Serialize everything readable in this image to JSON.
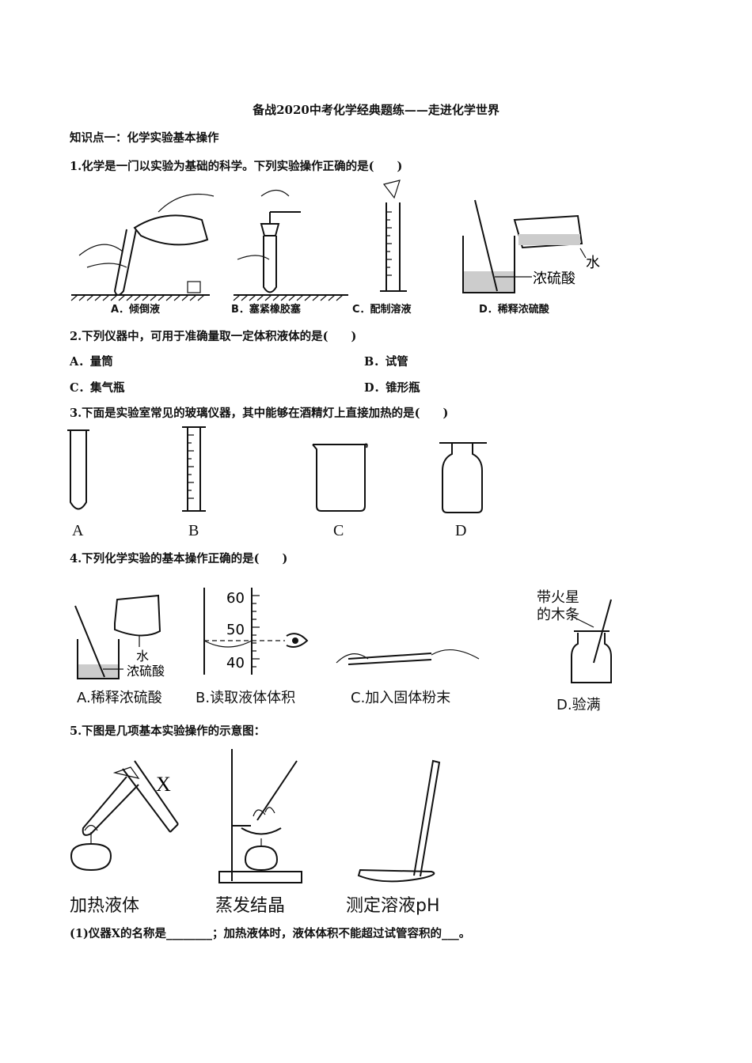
{
  "title": "备战2020中考化学经典题练——走进化学世界",
  "section": "知识点一：化学实验基本操作",
  "q1": {
    "text": "1.化学是一门以实验为基础的科学。下列实验操作正确的是(　　)",
    "captions": [
      "A．倾倒液",
      "B．塞紧橡胶塞",
      "C．配制溶液",
      "D．稀释浓硫酸"
    ],
    "labels": [
      "水",
      "浓硫酸"
    ]
  },
  "q2": {
    "text": "2.下列仪器中，可用于准确量取一定体积液体的是(　　)",
    "options": [
      "A．量筒",
      "B．试管",
      "C．集气瓶",
      "D．锥形瓶"
    ]
  },
  "q3": {
    "text": "3.下面是实验室常见的玻璃仪器，其中能够在酒精灯上直接加热的是(　　)",
    "letters": [
      "A",
      "B",
      "C",
      "D"
    ]
  },
  "q4": {
    "text": "4.下列化学实验的基本操作正确的是(　　)",
    "captions": [
      "A.稀释浓硫酸",
      "B.读取液体体积",
      "C.加入固体粉末",
      "D.验满"
    ],
    "labels": [
      "水",
      "浓硫酸",
      "带火星",
      "的木条"
    ],
    "scale": [
      "60",
      "50",
      "40"
    ]
  },
  "q5": {
    "text": "5.下图是几项基本实验操作的示意图：",
    "captions": [
      "加热液体",
      "蒸发结晶",
      "测定溶液pH"
    ],
    "x_label": "X",
    "sub1": "(1)仪器X的名称是________；加热液体时，液体体积不能超过试管容积的___。"
  }
}
